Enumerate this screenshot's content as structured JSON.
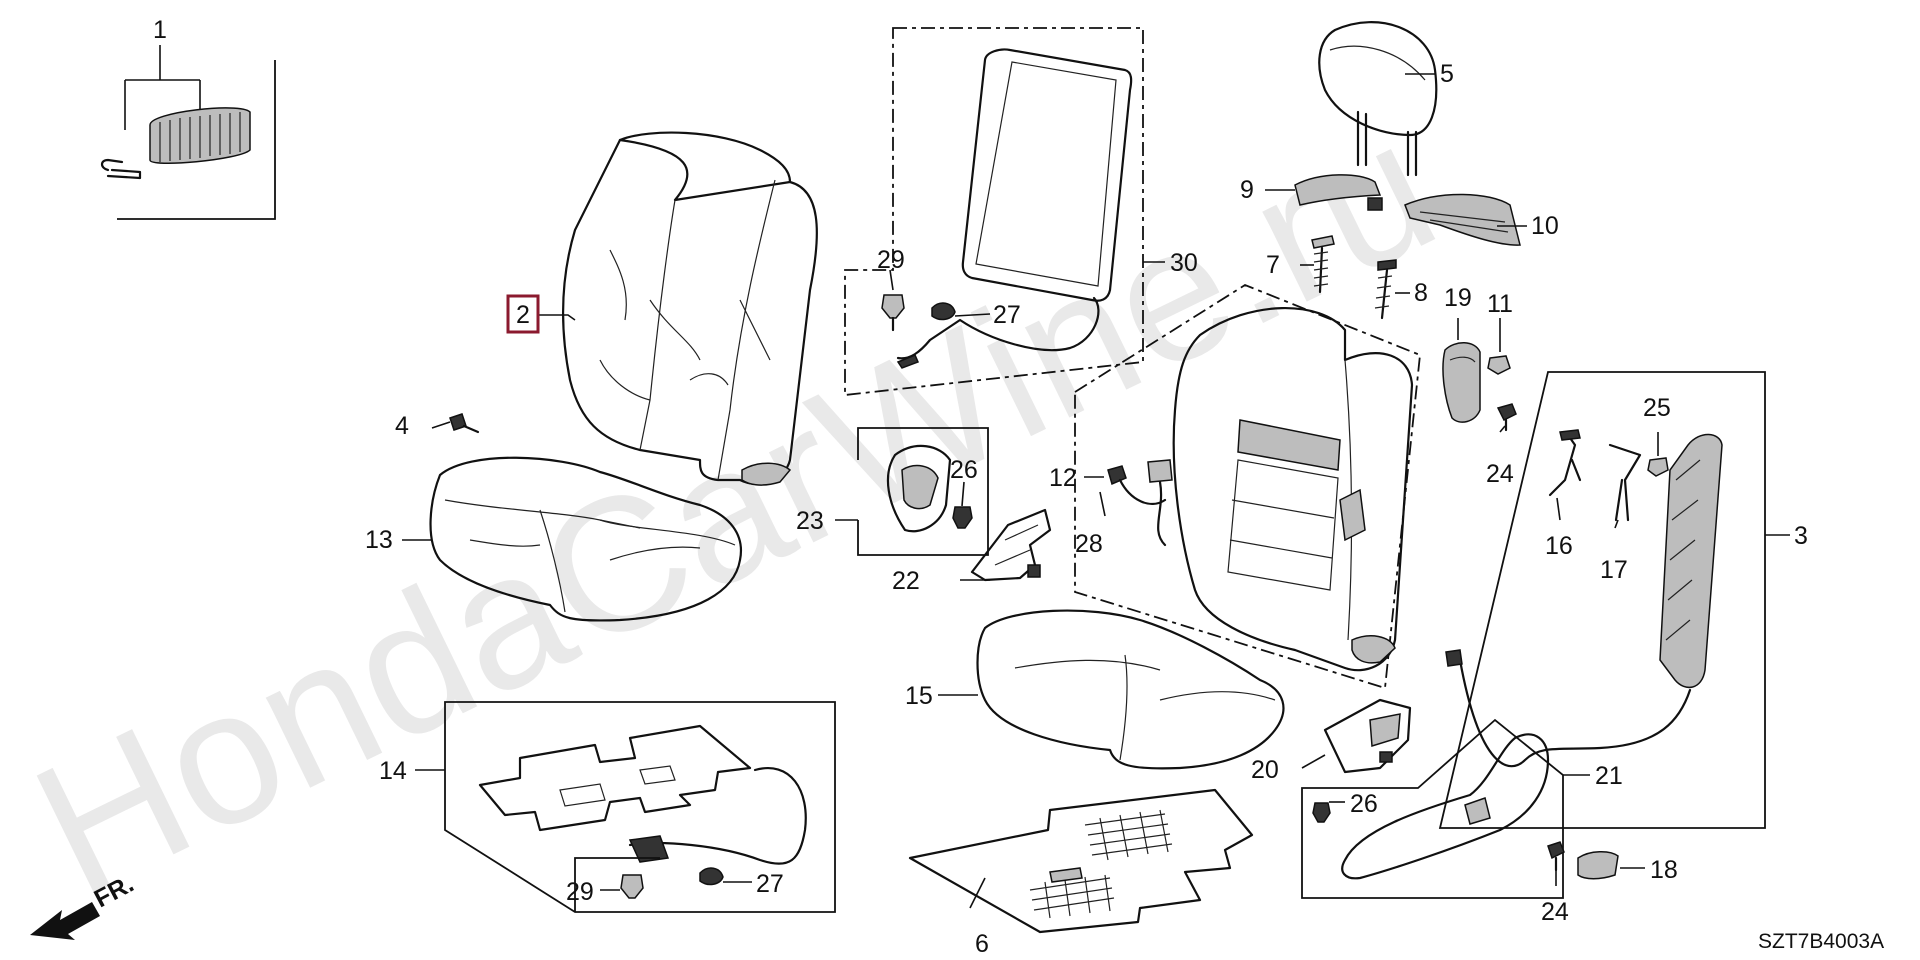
{
  "watermark": "HondaCarWine.ru",
  "diagram_code": "SZT7B4003A",
  "front_indicator": "FR.",
  "highlight_color": "#8b1a2e",
  "callouts": {
    "p1": "1",
    "p2": "2",
    "p3": "3",
    "p4": "4",
    "p5": "5",
    "p6": "6",
    "p7": "7",
    "p8": "8",
    "p9": "9",
    "p10": "10",
    "p11": "11",
    "p12": "12",
    "p13": "13",
    "p14": "14",
    "p15": "15",
    "p16": "16",
    "p17": "17",
    "p18": "18",
    "p19": "19",
    "p20": "20",
    "p21": "21",
    "p22": "22",
    "p23": "23",
    "p24a": "24",
    "p24b": "24",
    "p25": "25",
    "p26a": "26",
    "p26b": "26",
    "p27a": "27",
    "p27b": "27",
    "p28": "28",
    "p29a": "29",
    "p29b": "29",
    "p30": "30"
  }
}
